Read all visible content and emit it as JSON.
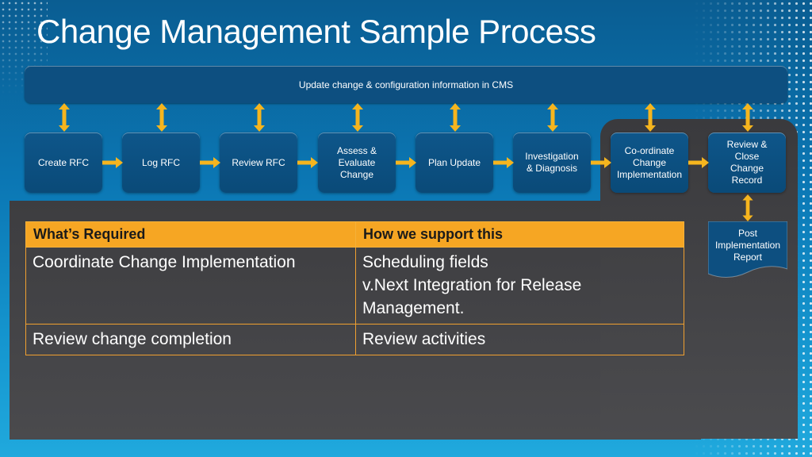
{
  "title": "Change Management Sample Process",
  "banner": "Update change & configuration information in CMS",
  "steps": [
    "Create RFC",
    "Log RFC",
    "Review RFC",
    "Assess &\nEvaluate\nChange",
    "Plan Update",
    "Investigation\n& Diagnosis",
    "Co-ordinate\nChange\nImplementation",
    "Review &\nClose\nChange\nRecord"
  ],
  "report": "Post\nImplementation\nReport",
  "table": {
    "headers": [
      "What’s Required",
      "How we support this"
    ],
    "rows": [
      {
        "required": "Coordinate Change Implementation",
        "support": [
          "Scheduling fields",
          "v.Next Integration for Release Management."
        ]
      },
      {
        "required": "Review change completion",
        "support": [
          "Review activities"
        ]
      }
    ]
  },
  "colors": {
    "background": "#0b77b4",
    "box": "#0d4f80",
    "arrow": "#f6b51e",
    "table_header": "#f6a623",
    "panel": "#444447"
  }
}
